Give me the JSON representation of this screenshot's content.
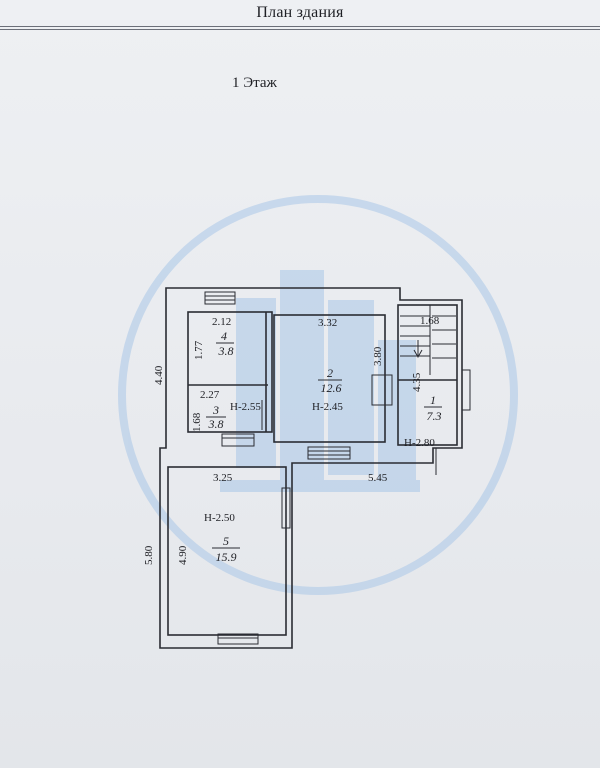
{
  "header": {
    "title": "План здания"
  },
  "floor": {
    "label": "1 Этаж"
  },
  "watermark": {
    "icon": "building-logo-icon",
    "color": "#a8c6e6"
  },
  "dimensions": {
    "d_212": "2.12",
    "d_332": "3.32",
    "d_168top": "1.68",
    "d_177": "1.77",
    "d_440": "4.40",
    "d_380": "3.80",
    "d_435": "4.35",
    "d_227": "2.27",
    "d_168": "1.68",
    "d_325": "3.25",
    "d_545": "5.45",
    "d_580": "5.80",
    "d_490": "4.90"
  },
  "heights": {
    "h1": "Н-2.55",
    "h2": "Н-2.45",
    "h3": "Н-2.80",
    "h4": "Н-2.50"
  },
  "rooms": [
    {
      "number": "4",
      "area": "3.8"
    },
    {
      "number": "2",
      "area": "12.6"
    },
    {
      "number": "1",
      "area": "7.3"
    },
    {
      "number": "3",
      "area": "3.8"
    },
    {
      "number": "5",
      "area": "15.9"
    }
  ]
}
